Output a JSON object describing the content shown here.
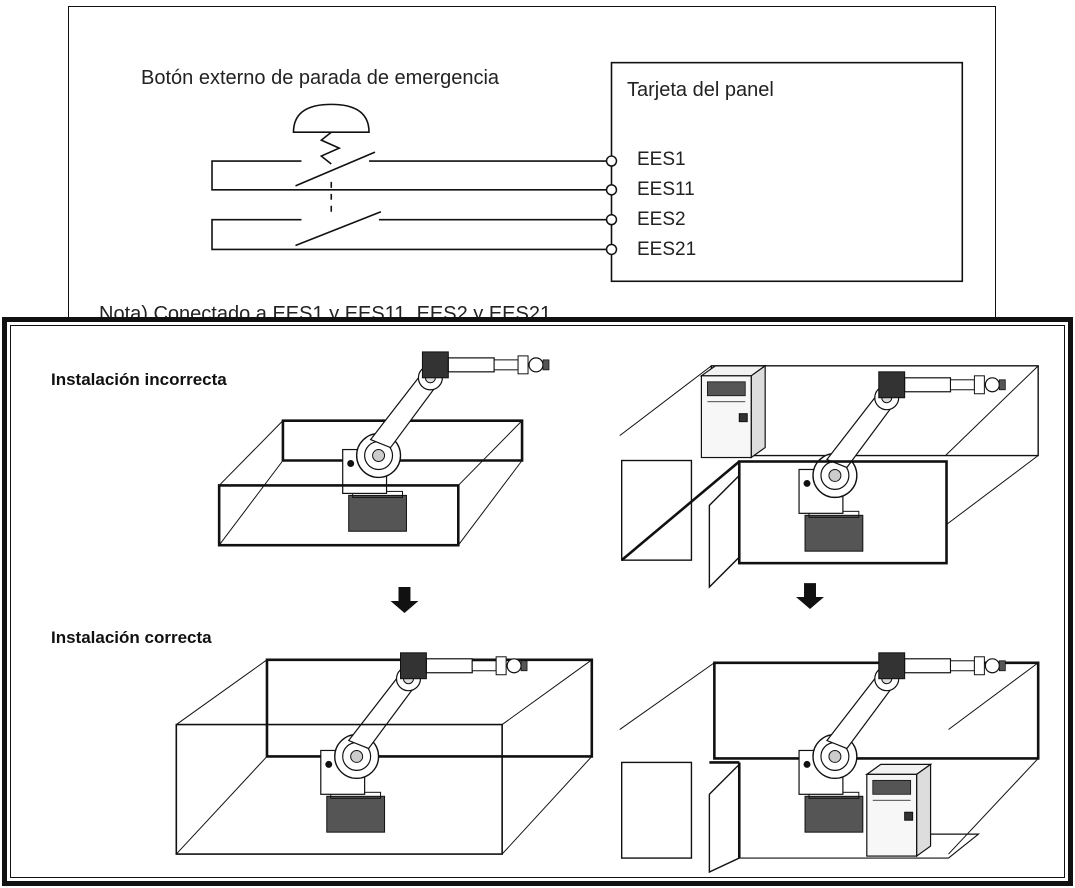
{
  "wiring": {
    "button_label": "Botón externo de parada de emergencia",
    "panel_label": "Tarjeta del panel",
    "terminals": [
      "EES1",
      "EES11",
      "EES2",
      "EES21"
    ],
    "note": "Nota) Conectado a EES1 y EES11, EES2 y EES21"
  },
  "installation": {
    "incorrect_label": "Instalación incorrecta",
    "correct_label": "Instalación correcta",
    "arrow_icon": "down-arrow-icon"
  }
}
